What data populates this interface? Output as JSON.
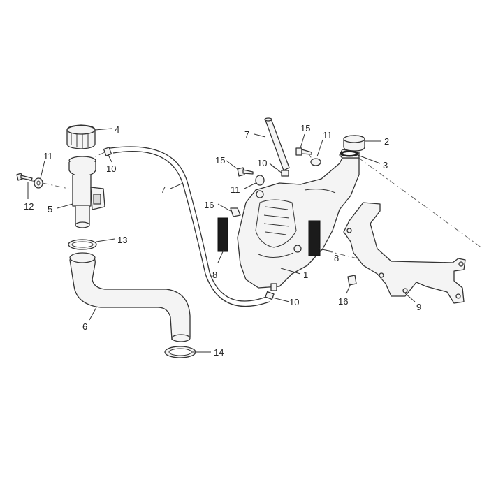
{
  "diagram": {
    "callouts": {
      "c1": "1",
      "c2": "2",
      "c3": "3",
      "c4": "4",
      "c5": "5",
      "c6": "6",
      "c7a": "7",
      "c7b": "7",
      "c8a": "8",
      "c8b": "8",
      "c9": "9",
      "c10a": "10",
      "c10b": "10",
      "c10c": "10",
      "c11a": "11",
      "c11b": "11",
      "c11c": "11",
      "c12": "12",
      "c13": "13",
      "c14": "14",
      "c15a": "15",
      "c15b": "15",
      "c16a": "16",
      "c16b": "16"
    }
  }
}
